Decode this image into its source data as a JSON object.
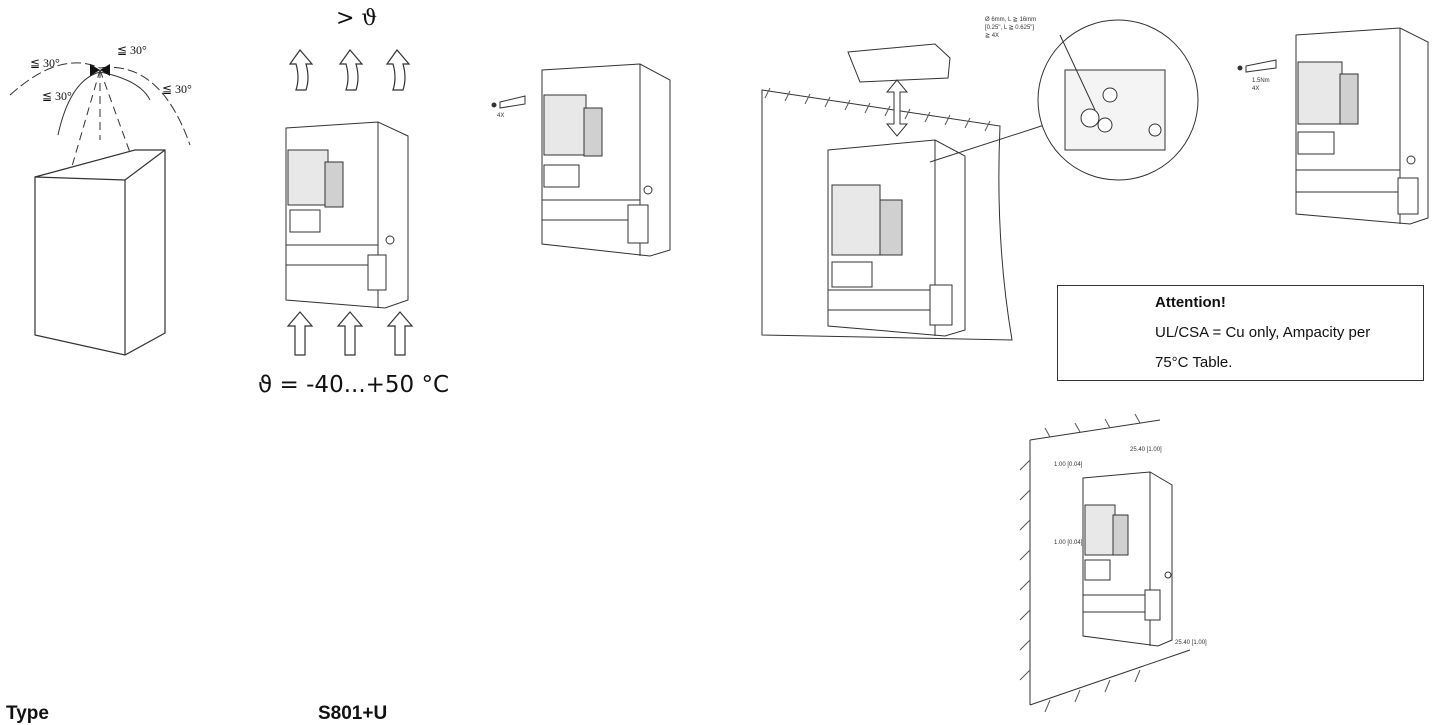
{
  "mounting": {
    "angle_top": "≦ 30°",
    "angle_left_outer": "≦ 30°",
    "angle_left_inner": "≦ 30°",
    "angle_right": "≦ 30°"
  },
  "temperature": {
    "limit": "> ϑ",
    "range": "ϑ = -40...+50 °C"
  },
  "screw": {
    "count_a": "4X",
    "count_b": "4X",
    "torque": "1.5Nm",
    "wire_spec_l1": "Ø 6mm, L ≧ 16mm",
    "wire_spec_l2": "[0.25\", L ≧ 0.625\"]",
    "wire_spec_l3": "≧ 4X"
  },
  "attention": {
    "title": "Attention!",
    "line1": "UL/CSA = Cu only, Ampacity per",
    "line2": "75°C Table."
  },
  "clearance": {
    "top": "25.40 [1.00]",
    "side_upper": "1.00 [0.04]",
    "side_lower": "1.00 [0.04]",
    "bottom": "25.40 [1.00]"
  },
  "type": {
    "label": "Type",
    "value": "S801+U"
  }
}
